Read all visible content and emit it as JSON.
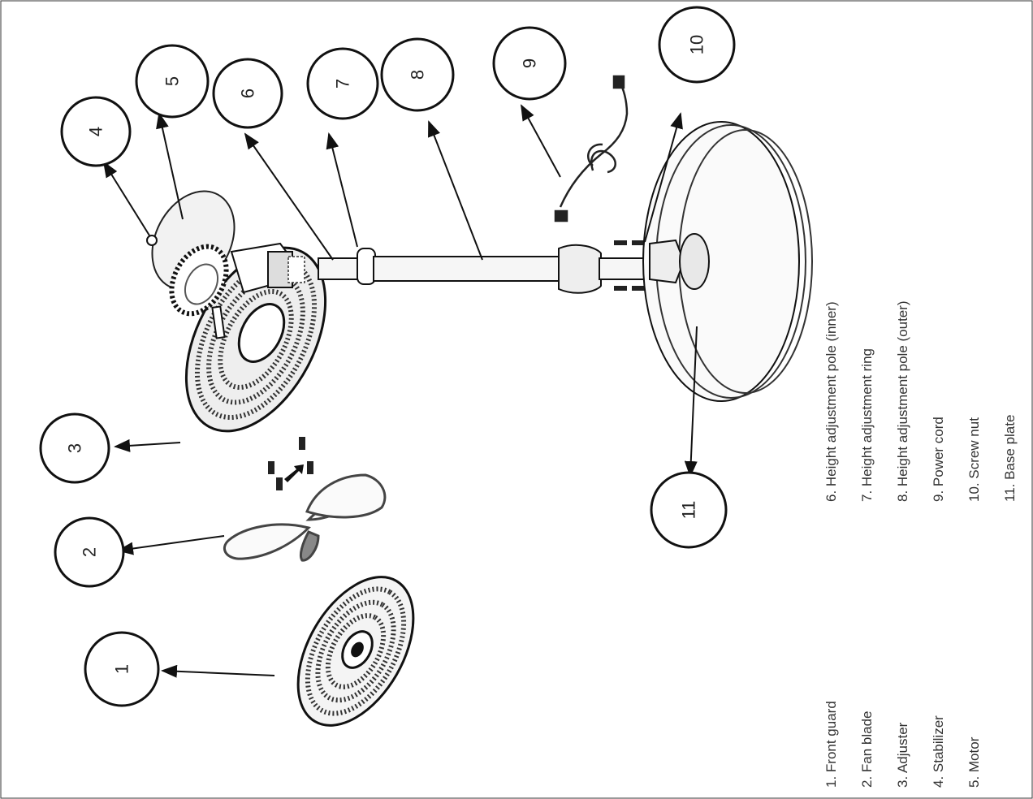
{
  "callouts": [
    {
      "id": "1",
      "label": "1"
    },
    {
      "id": "2",
      "label": "2"
    },
    {
      "id": "3",
      "label": "3"
    },
    {
      "id": "4",
      "label": "4"
    },
    {
      "id": "5",
      "label": "5"
    },
    {
      "id": "6",
      "label": "6"
    },
    {
      "id": "7",
      "label": "7"
    },
    {
      "id": "8",
      "label": "8"
    },
    {
      "id": "9",
      "label": "9"
    },
    {
      "id": "10",
      "label": "10"
    },
    {
      "id": "11",
      "label": "11"
    }
  ],
  "legend_left": [
    "1. Front guard",
    "2. Fan blade",
    "3. Adjuster",
    "4. Stabilizer",
    "5. Motor"
  ],
  "legend_right": [
    "6.  Height adjustment pole (inner)",
    "7.  Height adjustment ring",
    "8.  Height adjustment pole (outer)",
    "9.  Power cord",
    "10.  Screw nut",
    "11.  Base plate"
  ]
}
